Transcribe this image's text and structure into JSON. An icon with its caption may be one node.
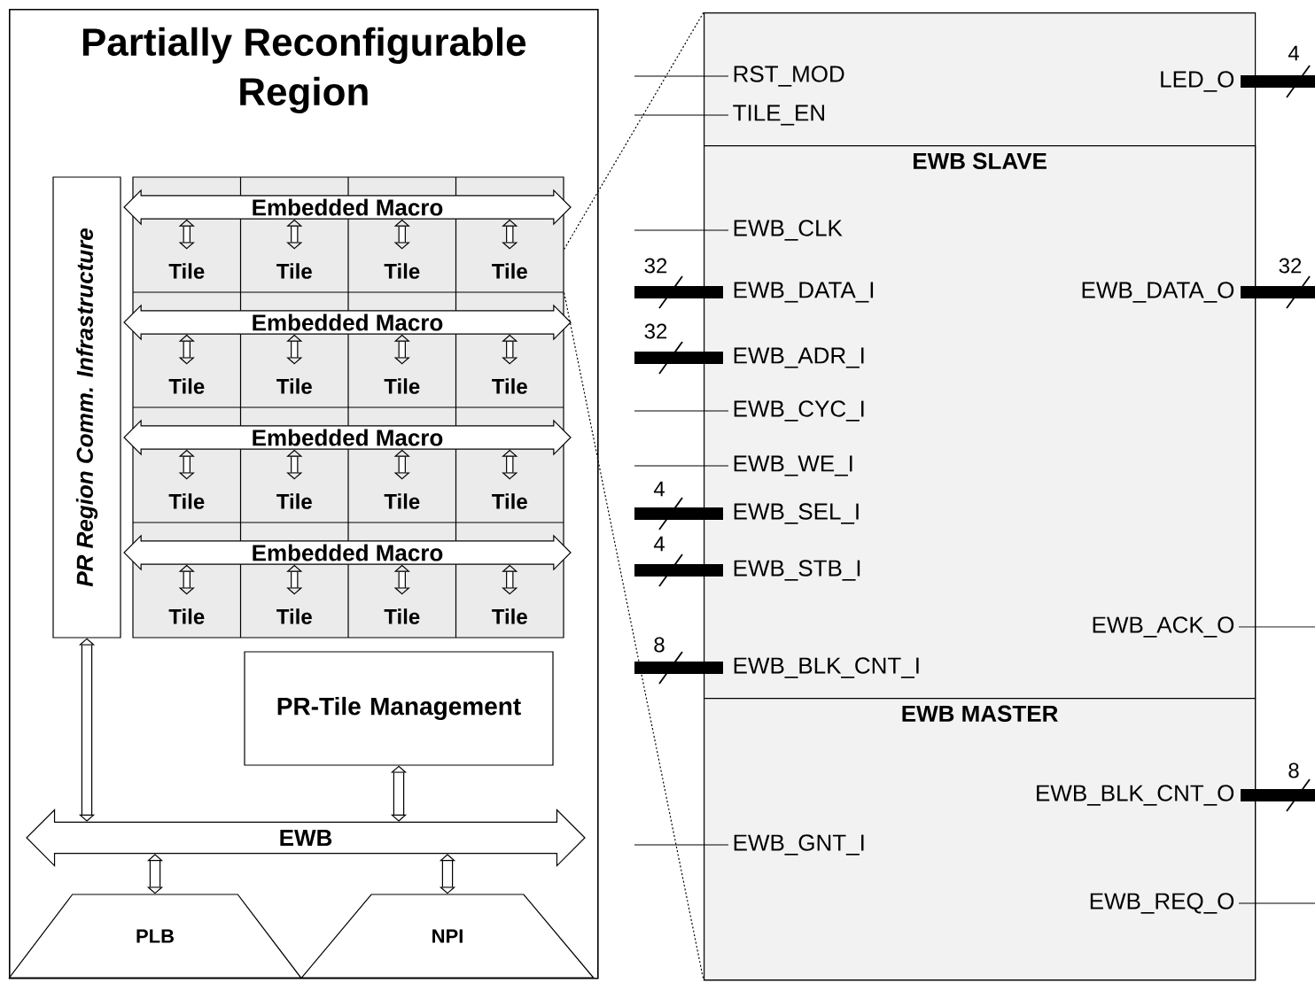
{
  "diagram": {
    "nodes": [
      {
        "text": [
          "Partially Reconfigurable Region"
        ]
      },
      {
        "text": [
          "PR Region Comm. Infrastructure"
        ],
        "in": 0
      },
      {
        "text": [
          "Embedded Macro"
        ],
        "in": 0
      },
      {
        "text": [
          "Tile"
        ],
        "in": 0
      },
      {
        "text": [
          "Tile"
        ],
        "in": 0
      },
      {
        "text": [
          "Tile"
        ],
        "in": 0
      },
      {
        "text": [
          "Tile"
        ],
        "in": 0
      },
      {
        "text": [
          "Embedded Macro"
        ],
        "in": 0
      },
      {
        "text": [
          "Tile"
        ],
        "in": 0
      },
      {
        "text": [
          "Tile"
        ],
        "in": 0
      },
      {
        "text": [
          "Tile"
        ],
        "in": 0
      },
      {
        "text": [
          "Tile"
        ],
        "in": 0
      },
      {
        "text": [
          "Embedded Macro"
        ],
        "in": 0
      },
      {
        "text": [
          "Tile"
        ],
        "in": 0
      },
      {
        "text": [
          "Tile"
        ],
        "in": 0
      },
      {
        "text": [
          "Tile"
        ],
        "in": 0
      },
      {
        "text": [
          "Tile"
        ],
        "in": 0
      },
      {
        "text": [
          "Embedded Macro"
        ],
        "in": 0
      },
      {
        "text": [
          "Tile"
        ],
        "in": 0
      },
      {
        "text": [
          "Tile"
        ],
        "in": 0
      },
      {
        "text": [
          "Tile"
        ],
        "in": 0
      },
      {
        "text": [
          "Tile"
        ],
        "in": 0
      },
      {
        "text": [
          "PR-Tile Management"
        ],
        "in": 0
      },
      {
        "text": [
          "EWB"
        ],
        "in": 0
      },
      {
        "text": [
          "PLB"
        ],
        "in": 0
      },
      {
        "text": [
          "NPI"
        ],
        "in": 0
      },
      {
        "text": [],
        "shape": "box"
      },
      {
        "text": [
          "EWB SLAVE"
        ],
        "in": 26
      },
      {
        "text": [
          "EWB MASTER"
        ],
        "in": 26
      }
    ],
    "edges": [
      {
        "from": 2,
        "to": 3,
        "arrow": "both"
      },
      {
        "from": 2,
        "to": 4,
        "arrow": "both"
      },
      {
        "from": 2,
        "to": 5,
        "arrow": "both"
      },
      {
        "from": 2,
        "to": 6,
        "arrow": "both"
      },
      {
        "from": 7,
        "to": 8,
        "arrow": "both"
      },
      {
        "from": 7,
        "to": 9,
        "arrow": "both"
      },
      {
        "from": 7,
        "to": 10,
        "arrow": "both"
      },
      {
        "from": 7,
        "to": 11,
        "arrow": "both"
      },
      {
        "from": 12,
        "to": 13,
        "arrow": "both"
      },
      {
        "from": 12,
        "to": 14,
        "arrow": "both"
      },
      {
        "from": 12,
        "to": 15,
        "arrow": "both"
      },
      {
        "from": 12,
        "to": 16,
        "arrow": "both"
      },
      {
        "from": 17,
        "to": 18,
        "arrow": "both"
      },
      {
        "from": 17,
        "to": 19,
        "arrow": "both"
      },
      {
        "from": 17,
        "to": 20,
        "arrow": "both"
      },
      {
        "from": 17,
        "to": 21,
        "arrow": "both"
      },
      {
        "from": 1,
        "to": 23,
        "arrow": "both"
      },
      {
        "from": 22,
        "to": 23,
        "arrow": "both"
      },
      {
        "from": 23,
        "to": 24,
        "arrow": "both"
      },
      {
        "from": 23,
        "to": 25,
        "arrow": "both"
      },
      {
        "from": 6,
        "to": 26,
        "arrow": "none",
        "style": "dashed"
      },
      {
        "from": 6,
        "to": 26,
        "arrow": "none",
        "style": "dashed"
      }
    ],
    "labels": [
      "RST_MOD",
      "4",
      "LED_O",
      "TILE_EN",
      "EWB_CLK",
      "32",
      "EWB_DATA_I",
      "32",
      "EWB_DATA_O",
      "32",
      "EWB_ADR_I",
      "EWB_CYC_I",
      "EWB_WE_I",
      "4",
      "EWB_SEL_I",
      "4",
      "EWB_STB_I",
      "EWB_ACK_O",
      "8",
      "EWB_BLK_CNT_I",
      "8",
      "EWB_BLK_CNT_O",
      "EWB_GNT_I",
      "EWB_REQ_O"
    ]
  }
}
